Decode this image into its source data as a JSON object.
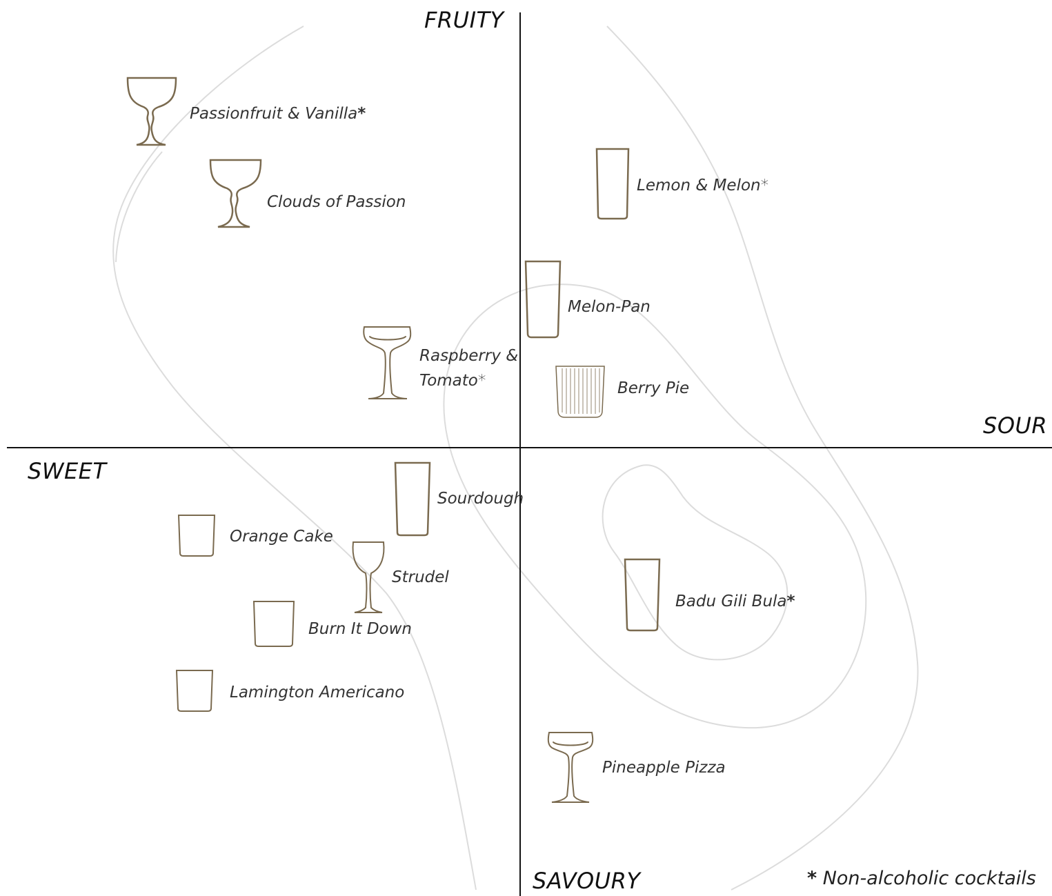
{
  "axes": {
    "top": "FRUITY",
    "bottom": "SAVOURY",
    "left": "SWEET",
    "right": "SOUR"
  },
  "footnote": {
    "mark": "*",
    "text": "Non-alcoholic cocktails"
  },
  "colors": {
    "glass": "#7a6a4f",
    "axis": "#111111",
    "contour": "#d9d9d9"
  },
  "drinks": [
    {
      "name": "Passionfruit & Vanilla",
      "star": "*",
      "glass": "coupe-icon"
    },
    {
      "name": "Clouds of Passion",
      "star": "",
      "glass": "coupe-icon"
    },
    {
      "name": "Lemon & Melon",
      "star": "*",
      "glass": "highball-icon"
    },
    {
      "name": "Melon-Pan",
      "star": "",
      "glass": "highball-icon"
    },
    {
      "name": "Raspberry &",
      "name2": "Tomato",
      "star": "*",
      "glass": "saucer-glass-icon"
    },
    {
      "name": "Berry Pie",
      "star": "",
      "glass": "ribbed-tumbler-icon"
    },
    {
      "name": "Sourdough",
      "star": "",
      "glass": "highball-icon"
    },
    {
      "name": "Orange Cake",
      "star": "",
      "glass": "rocks-glass-icon"
    },
    {
      "name": "Strudel",
      "star": "",
      "glass": "nick-and-nora-icon"
    },
    {
      "name": "Burn It Down",
      "star": "",
      "glass": "rocks-glass-icon"
    },
    {
      "name": "Lamington Americano",
      "star": "",
      "glass": "rocks-glass-icon"
    },
    {
      "name": "Badu Gili Bula",
      "star": "*",
      "glass": "highball-icon"
    },
    {
      "name": "Pineapple Pizza",
      "star": "",
      "glass": "saucer-glass-icon"
    }
  ]
}
